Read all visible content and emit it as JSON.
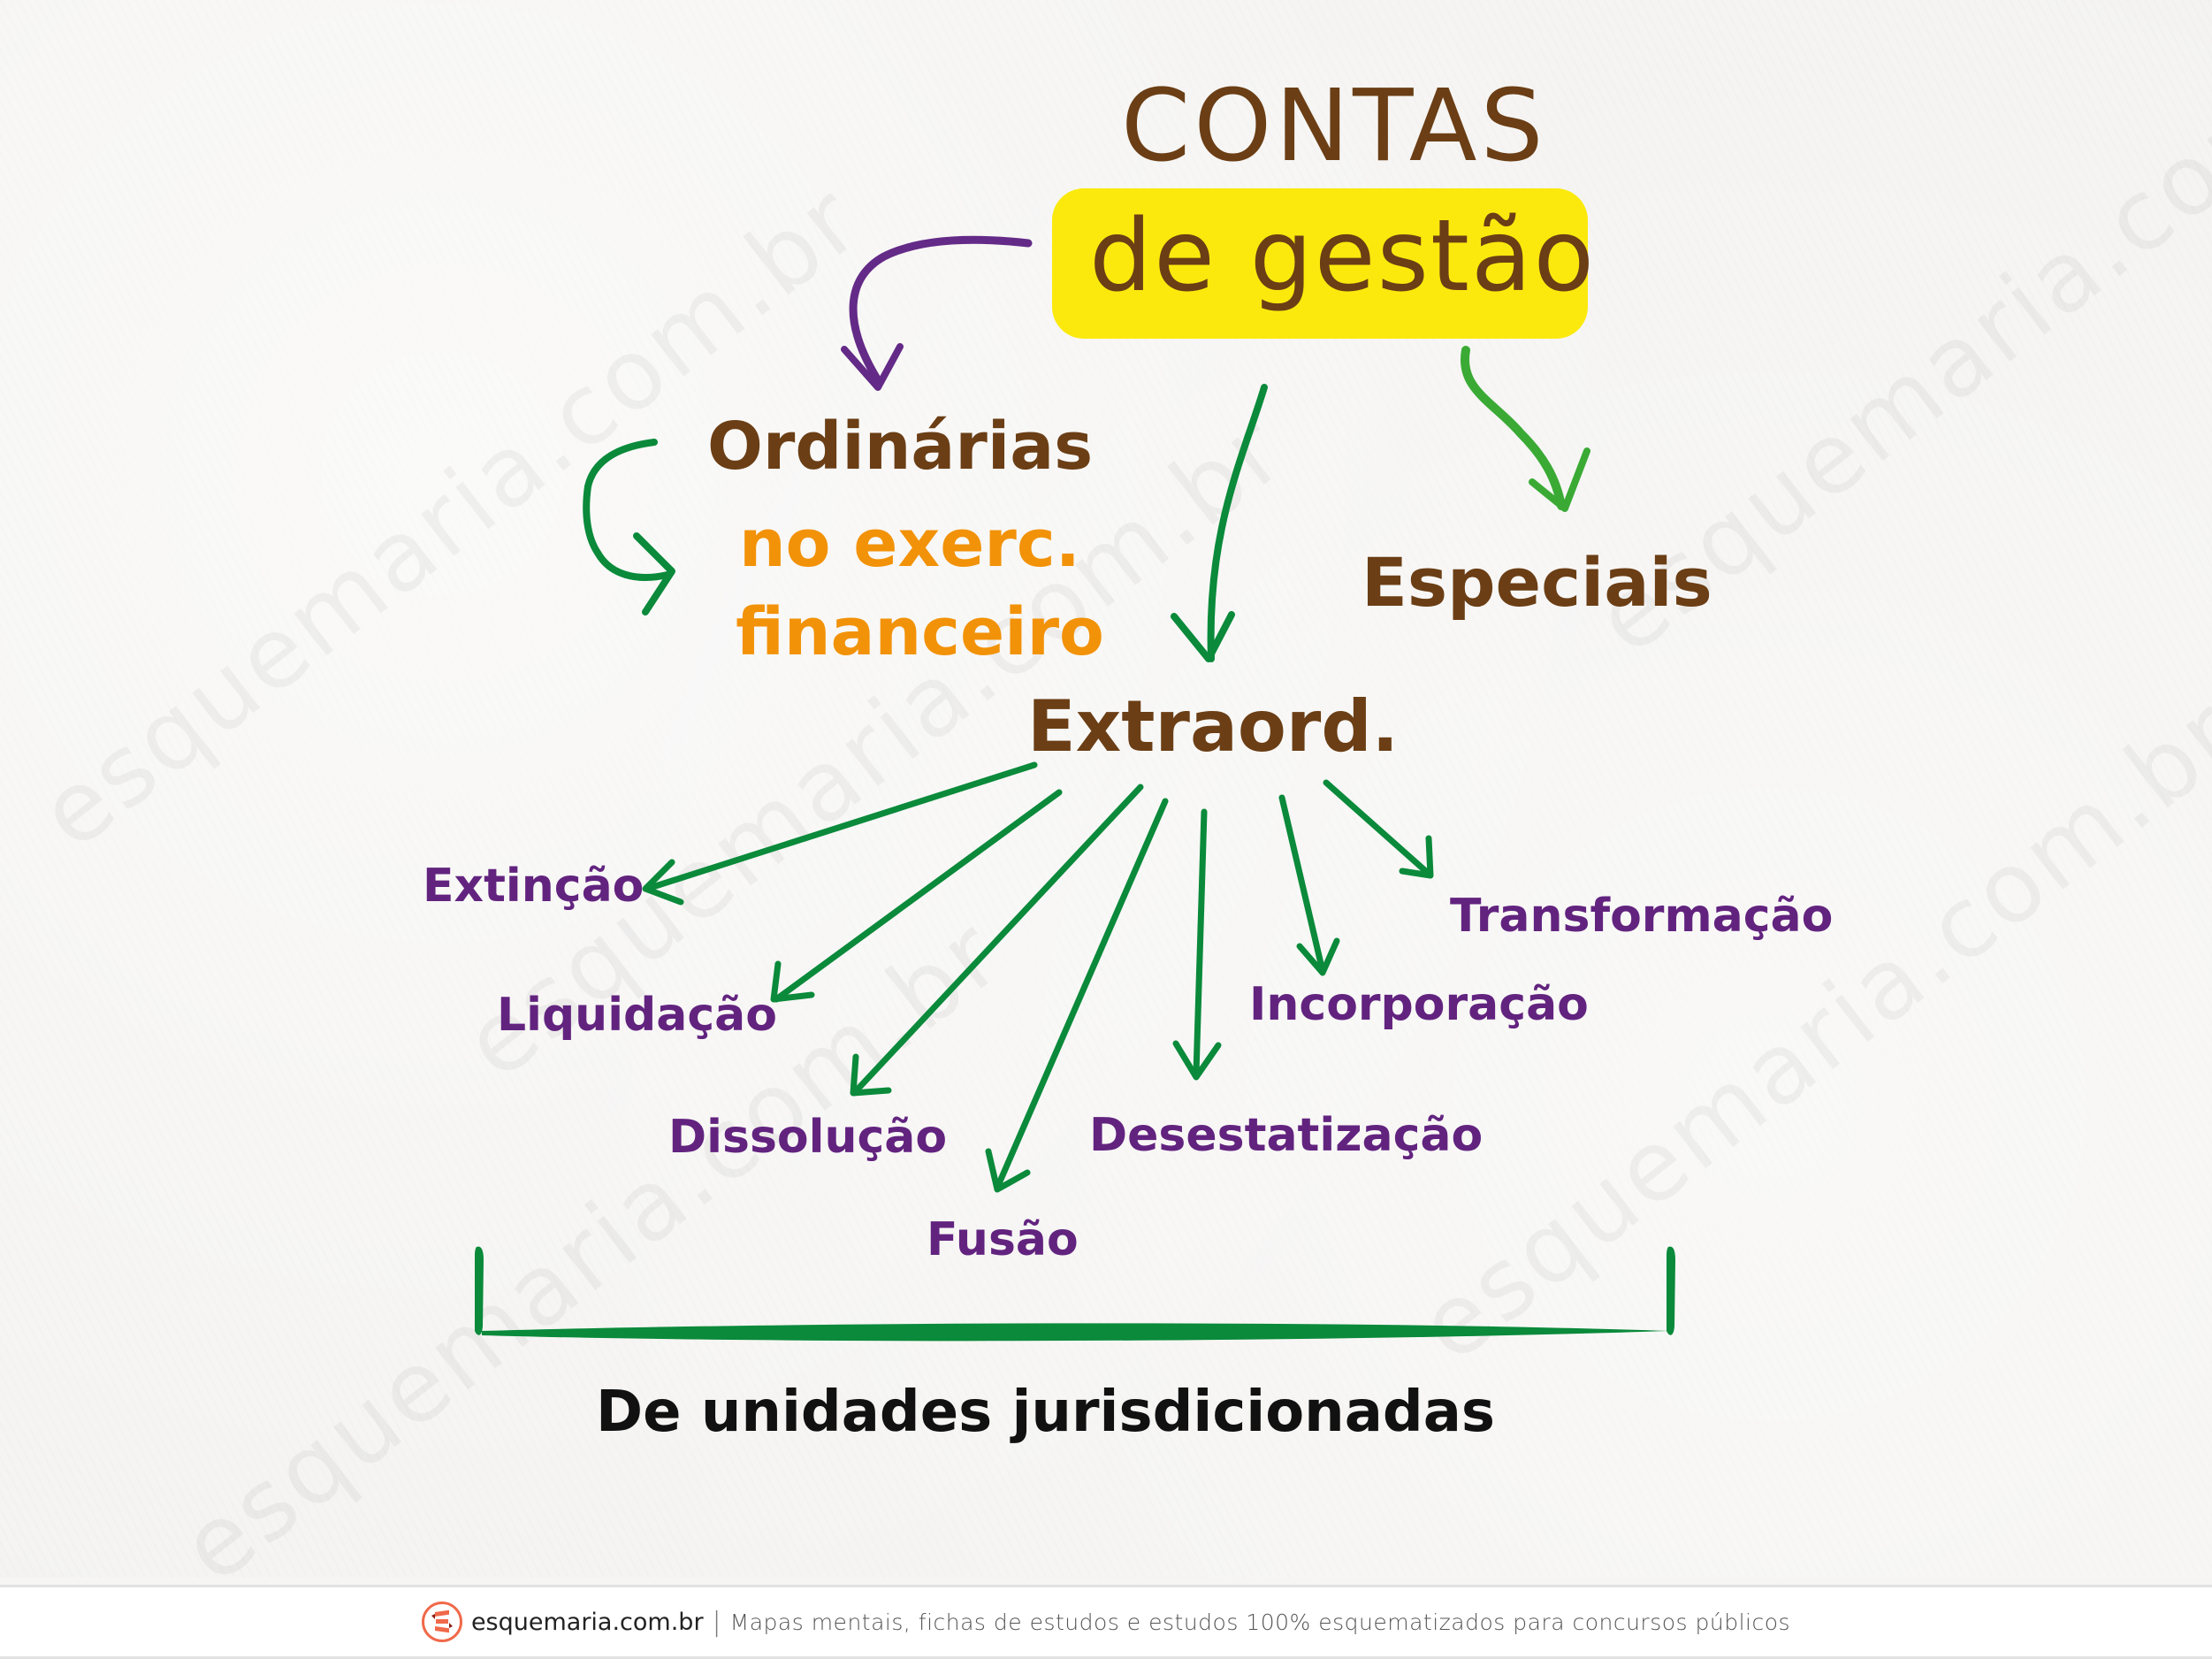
{
  "title": {
    "line1": "CONTAS",
    "line2": "de gestão"
  },
  "branches": {
    "ordinarias": {
      "label": "Ordinárias",
      "detail_line1": "no exerc.",
      "detail_line2": "financeiro"
    },
    "especiais": {
      "label": "Especiais"
    },
    "extraordinarias": {
      "label": "Extraord.",
      "items": [
        "Extinção",
        "Liquidação",
        "Dissolução",
        "Fusão",
        "Desestatização",
        "Incorporação",
        "Transformação"
      ]
    }
  },
  "bracket_caption": "De unidades jurisdicionadas",
  "footer": {
    "site": "esquemaria.com.br",
    "separator": "|",
    "tagline": "Mapas mentais, fichas de estudos e estudos 100% esquematizados para concursos públicos"
  },
  "watermark": "esquemaria.com.br",
  "colors": {
    "brown": "#6b3e15",
    "yellow_box": "#fbe90d",
    "orange": "#f29208",
    "purple": "#62237f",
    "green_dark": "#0a8a3a",
    "green_light": "#3aaa35",
    "arrow_purple": "#642a87",
    "logo_orange": "#f0694a"
  }
}
